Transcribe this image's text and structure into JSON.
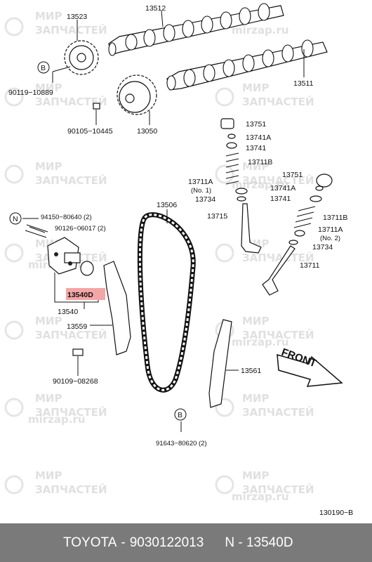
{
  "watermarks": [
    {
      "line1": "МИР",
      "line2": "ЗАПЧАСТЕЙ"
    },
    {
      "line1": "mirzap.ru",
      "line2": ""
    },
    {
      "line1": "МИР",
      "line2": "ЗАПЧАСТЕЙ"
    },
    {
      "line1": "МИР",
      "line2": "ЗАПЧАСТЕЙ"
    },
    {
      "line1": "МИР",
      "line2": "ЗАПЧАСТЕЙ"
    },
    {
      "line1": "mirzap.ru",
      "line2": ""
    },
    {
      "line1": "МИР",
      "line2": "ЗАПЧАСТЕЙ"
    },
    {
      "line1": "МИР",
      "line2": "ЗАПЧАСТЕЙ"
    },
    {
      "line1": "mirzap.ru",
      "line2": ""
    },
    {
      "line1": "МИР",
      "line2": "ЗАПЧАСТЕЙ"
    },
    {
      "line1": "МИР",
      "line2": "ЗАПЧАСТЕЙ"
    },
    {
      "line1": "mirzap.ru",
      "line2": ""
    },
    {
      "line1": "МИР",
      "line2": "ЗАПЧАСТЕЙ"
    },
    {
      "line1": "МИР",
      "line2": "ЗАПЧАСТЕЙ"
    },
    {
      "line1": "mirzap.ru",
      "line2": ""
    },
    {
      "line1": "МИР",
      "line2": "ЗАПЧАСТЕЙ"
    },
    {
      "line1": "МИР",
      "line2": "ЗАПЧАСТЕЙ"
    },
    {
      "line1": "mirzap.ru",
      "line2": ""
    },
    {
      "line1": "МИР",
      "line2": "ЗАПЧАСТЕЙ"
    }
  ],
  "labels": {
    "p13523": "13523",
    "p13512": "13512",
    "p90119": "90119−10889",
    "p13511": "13511",
    "p90105": "90105−10445",
    "p13050": "13050",
    "p13751a": "13751",
    "p13741a1": "13741A",
    "p13741a2": "13741",
    "p13711b1": "13711B",
    "p13711a1": "13711A",
    "p13711a1no": "(No. 1)",
    "p13734a": "13734",
    "p13751b": "13751",
    "p13741b1": "13741A",
    "p13741b2": "13741",
    "p13711b2": "13711B",
    "p13711a2": "13711A",
    "p13711a2no": "(No. 2)",
    "p13734b": "13734",
    "p13715": "13715",
    "p13711": "13711",
    "p13506": "13506",
    "p94150": "94150−80640 (2)",
    "p90126": "90126−06017 (2)",
    "p13540d": "13540D",
    "p13540": "13540",
    "p13559": "13559",
    "p90109": "90109−08268",
    "p13561": "13561",
    "p91643": "91643−80620 (2)",
    "pfig": "130190−B",
    "front": "FRONT",
    "markB1": "B",
    "markB2": "B",
    "markN": "N"
  },
  "highlight_color": "#f4a6a6",
  "footer": {
    "brand": "TOYOTA",
    "separator": "-",
    "part_number": "9030122013",
    "ref": "N - 13540D"
  }
}
